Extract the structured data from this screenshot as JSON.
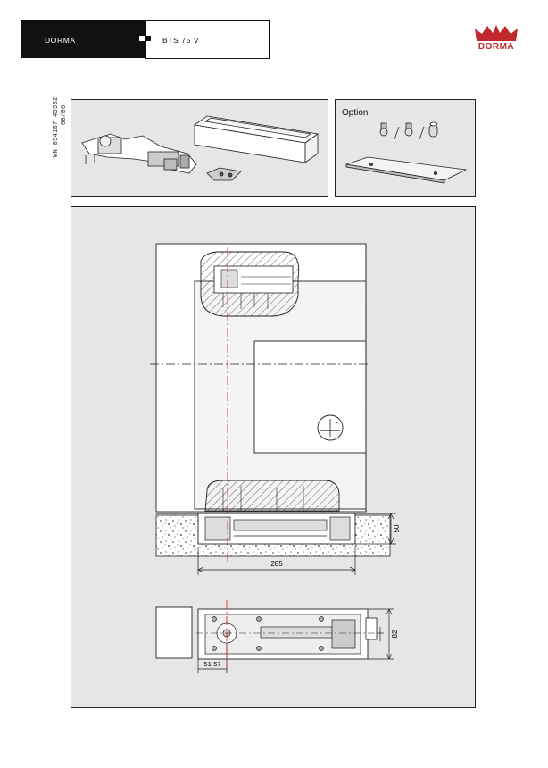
{
  "header": {
    "brand": "DORMA",
    "model": "BTS 75 V",
    "logo_text": "DORMA"
  },
  "document_code": {
    "line1": "WN 054107 45532",
    "line2": "08/06"
  },
  "option_panel": {
    "label": "Option"
  },
  "dimensions": {
    "length": "285",
    "height": "50",
    "width": "82",
    "offset": "51-57"
  },
  "colors": {
    "panel_bg": "#e6e6e6",
    "header_bg": "#111111",
    "logo_red": "#c0282d",
    "axis_red": "#d42020"
  }
}
